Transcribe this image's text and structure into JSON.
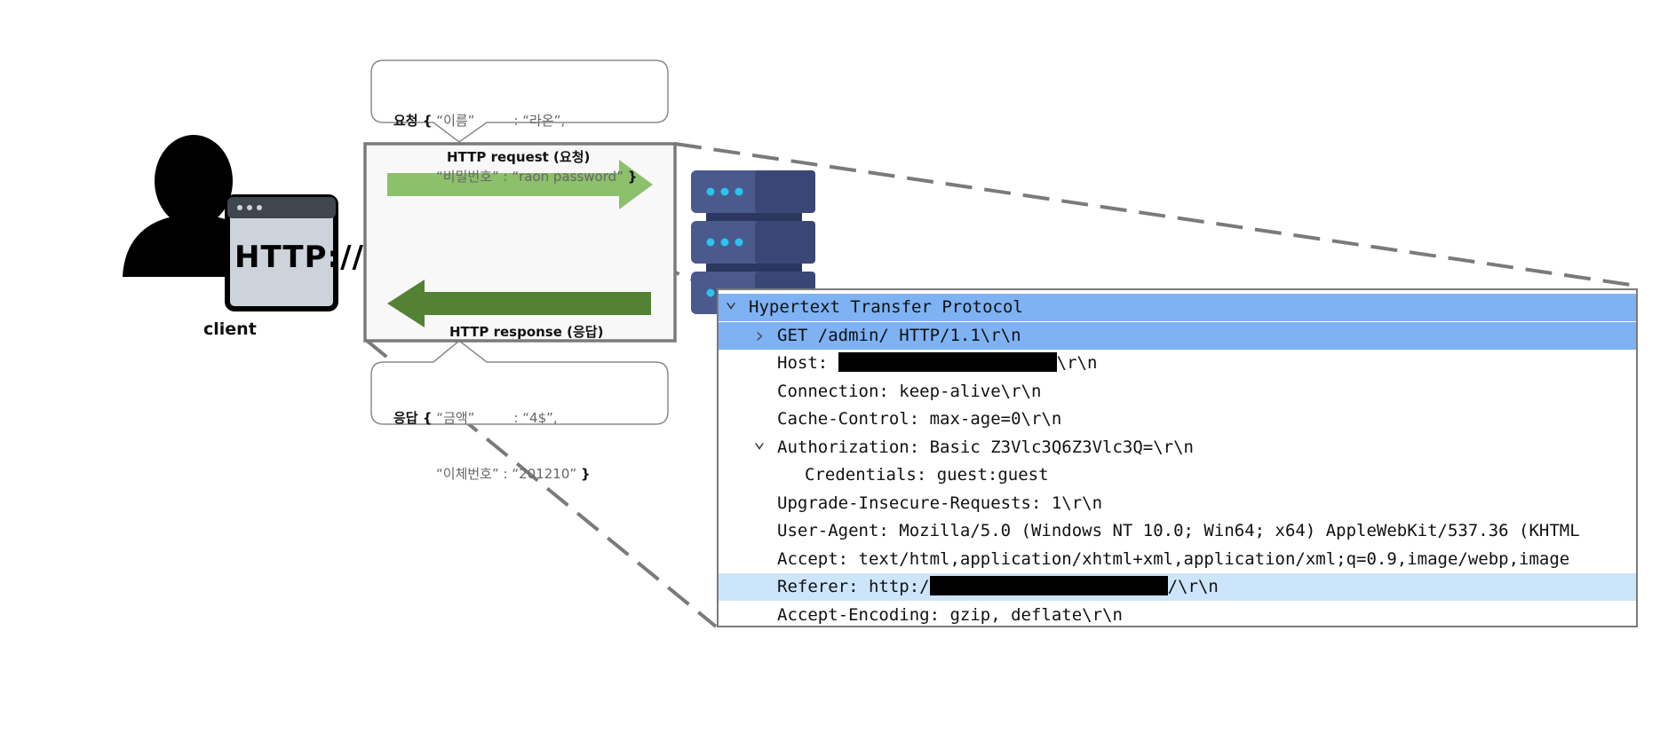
{
  "client": {
    "label": "client",
    "icon_text": "HTTP://"
  },
  "request_bubble": {
    "keyword": "요청 {",
    "line1_key": "“이름”",
    "line1_sep": ": “라온”,",
    "line2_key": "“비밀번호”",
    "line2_sep": ": “raon password”",
    "close": "}"
  },
  "response_bubble": {
    "keyword": "응답 {",
    "line1_key": "“금액”",
    "line1_sep": ": “4$”,",
    "line2_key": "“이체번호”",
    "line2_sep": ": “201210”",
    "close": "}"
  },
  "flow": {
    "request_label": "HTTP request (요청)",
    "response_label": "HTTP response (응답)"
  },
  "colors": {
    "request_arrow": "#8cc06b",
    "response_arrow": "#548235",
    "server_front": "#4a5a8c",
    "server_side": "#3a4676",
    "server_dots": "#29c4ef",
    "selected_row": "#7eb2f3",
    "highlight_row": "#cce5fb",
    "dashed_line": "#7a7a7a"
  },
  "packet": {
    "rows": [
      {
        "chevron": "v",
        "text": "Hypertext Transfer Protocol",
        "state": "selected"
      },
      {
        "chevron": ">",
        "text": "GET /admin/ HTTP/1.1\\r\\n",
        "state": "selected"
      },
      {
        "chevron": "",
        "prefix": "Host: ",
        "suffix": "\\r\\n",
        "redacted": true
      },
      {
        "chevron": "",
        "text": "Connection: keep-alive\\r\\n"
      },
      {
        "chevron": "",
        "text": "Cache-Control: max-age=0\\r\\n"
      },
      {
        "chevron": "v",
        "text": "Authorization: Basic Z3Vlc3Q6Z3Vlc3Q=\\r\\n"
      },
      {
        "chevron": "",
        "text": "Credentials: guest:guest",
        "indent": 2
      },
      {
        "chevron": "",
        "text": "Upgrade-Insecure-Requests: 1\\r\\n"
      },
      {
        "chevron": "",
        "text": "User-Agent: Mozilla/5.0 (Windows NT 10.0; Win64; x64) AppleWebKit/537.36 (KHTML"
      },
      {
        "chevron": "",
        "text": "Accept: text/html,application/xhtml+xml,application/xml;q=0.9,image/webp,image"
      },
      {
        "chevron": "",
        "prefix": "Referer: http:/",
        "suffix": "/\\r\\n",
        "redacted": true,
        "state": "highlight"
      },
      {
        "chevron": "",
        "text": "Accept-Encoding: gzip, deflate\\r\\n"
      }
    ]
  }
}
